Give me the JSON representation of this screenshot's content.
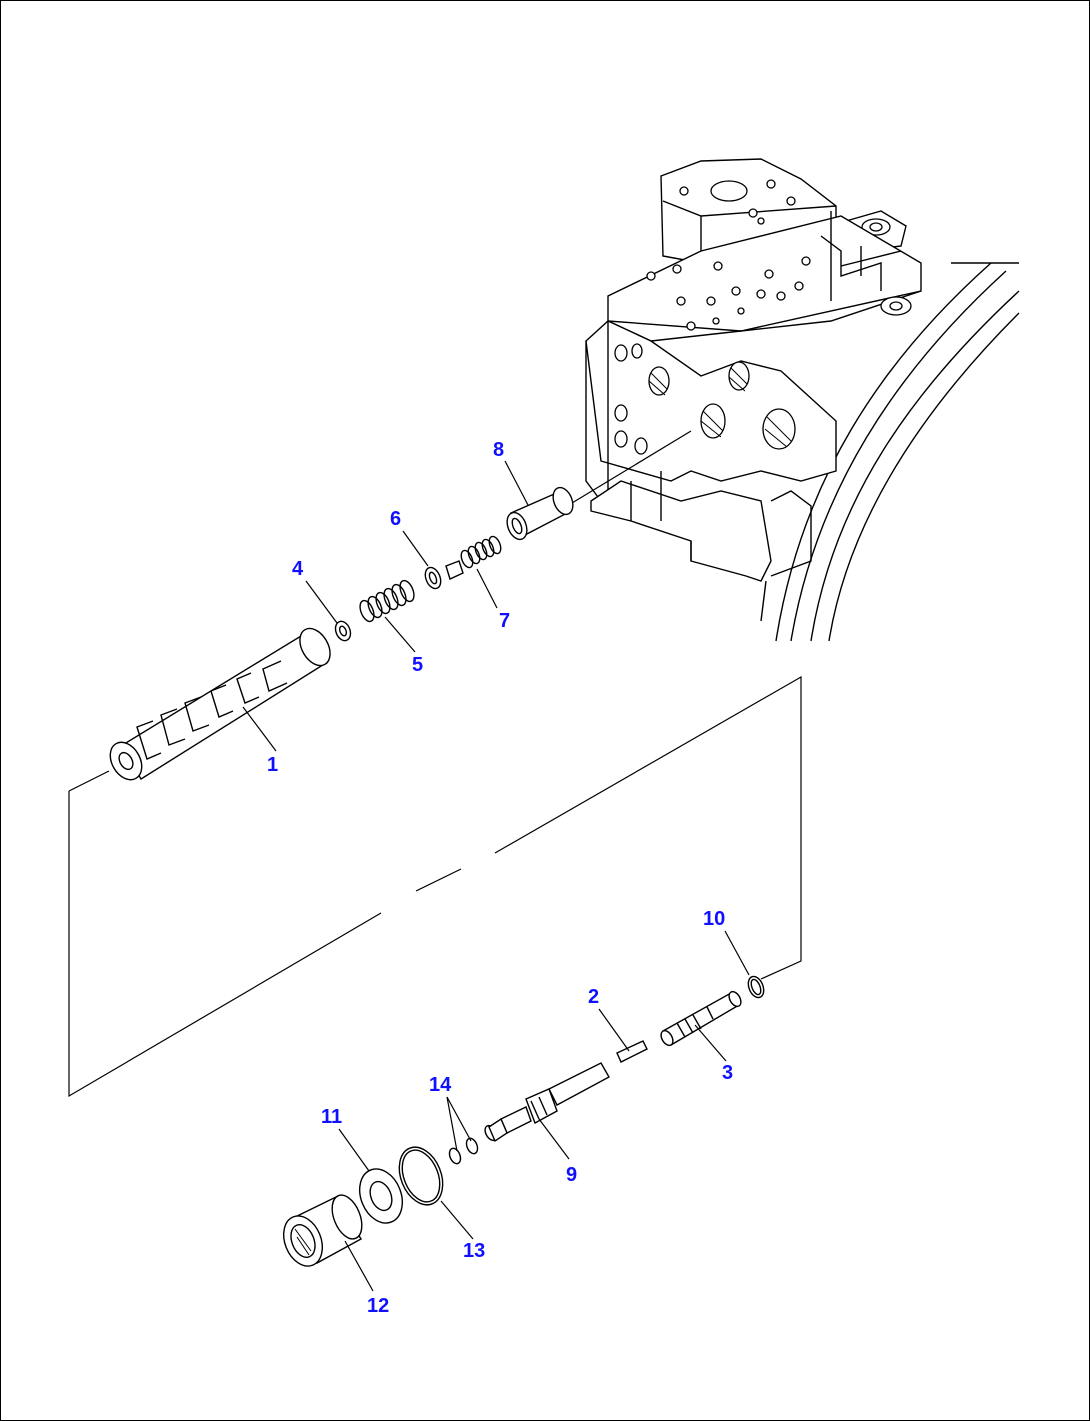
{
  "callouts": [
    {
      "id": "1",
      "label": "1"
    },
    {
      "id": "2",
      "label": "2"
    },
    {
      "id": "3",
      "label": "3"
    },
    {
      "id": "4",
      "label": "4"
    },
    {
      "id": "5",
      "label": "5"
    },
    {
      "id": "6",
      "label": "6"
    },
    {
      "id": "7",
      "label": "7"
    },
    {
      "id": "8",
      "label": "8"
    },
    {
      "id": "9",
      "label": "9"
    },
    {
      "id": "10",
      "label": "10"
    },
    {
      "id": "11",
      "label": "11"
    },
    {
      "id": "12",
      "label": "12"
    },
    {
      "id": "13",
      "label": "13"
    },
    {
      "id": "14",
      "label": "14"
    }
  ],
  "colors": {
    "callout": "#1010ff",
    "line": "#000000",
    "background": "#ffffff"
  }
}
